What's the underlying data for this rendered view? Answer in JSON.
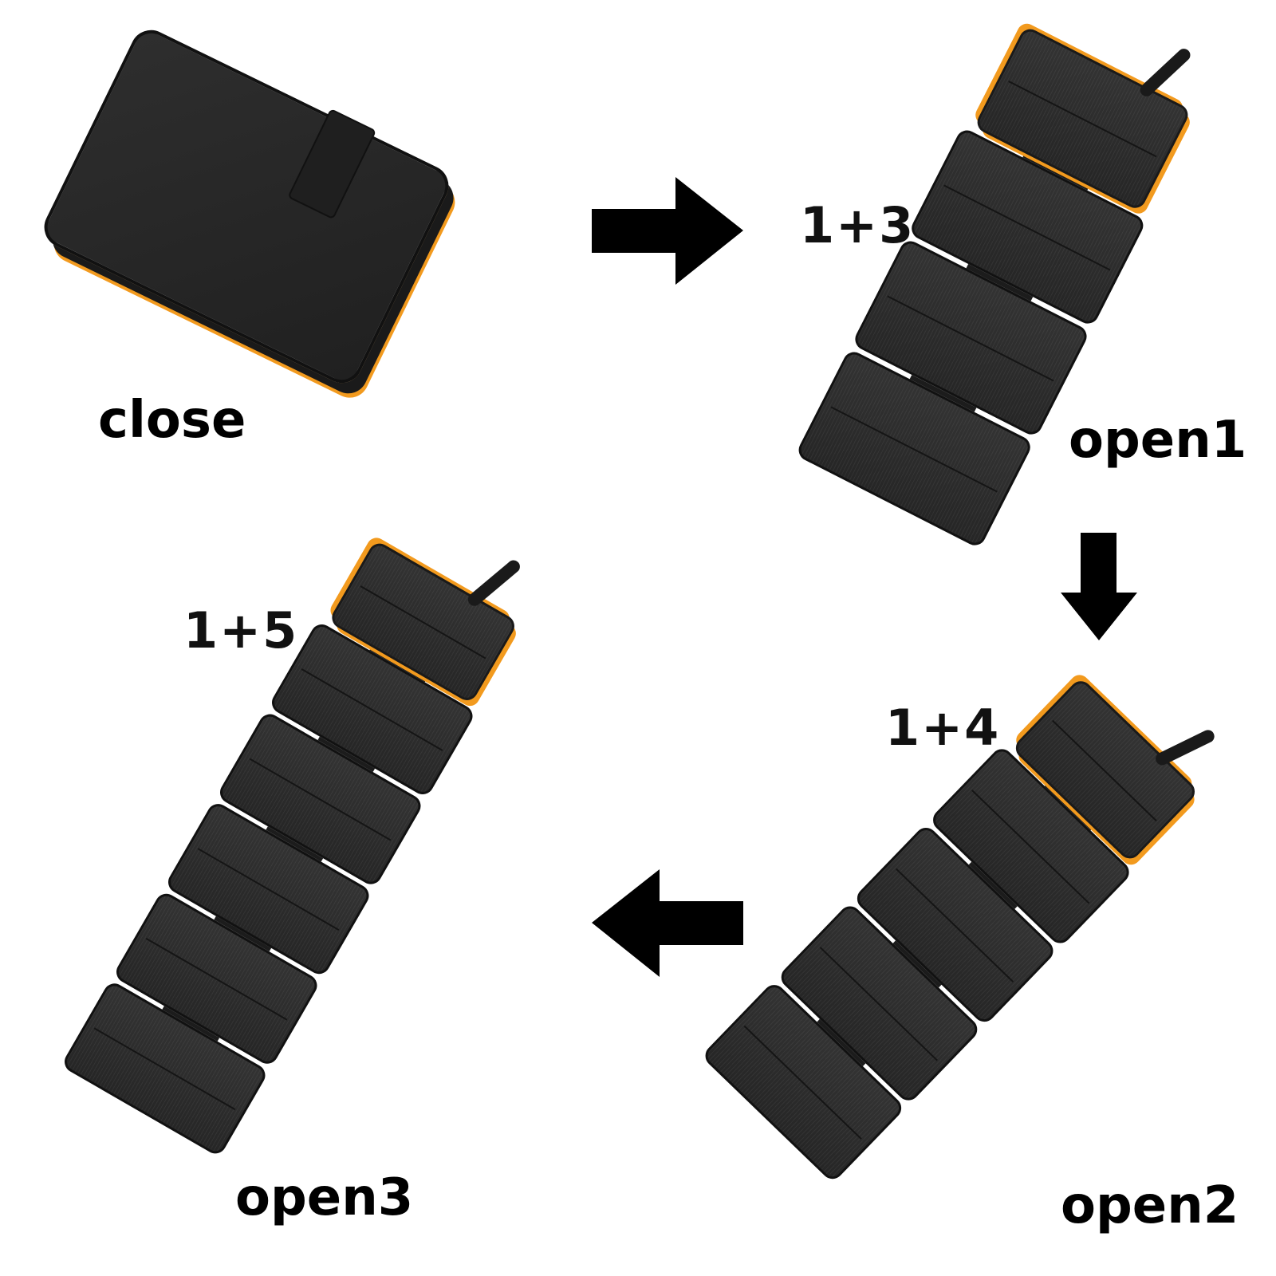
{
  "states": [
    {
      "id": "close",
      "label": "close"
    },
    {
      "id": "open1",
      "label": "open1",
      "count": "1+3",
      "extra_panels": 3
    },
    {
      "id": "open2",
      "label": "open2",
      "count": "1+4",
      "extra_panels": 4
    },
    {
      "id": "open3",
      "label": "open3",
      "count": "1+5",
      "extra_panels": 5
    }
  ],
  "colors": {
    "accent": "#f29a1e",
    "panel": "#2a2a2a",
    "arrow": "#000000"
  }
}
